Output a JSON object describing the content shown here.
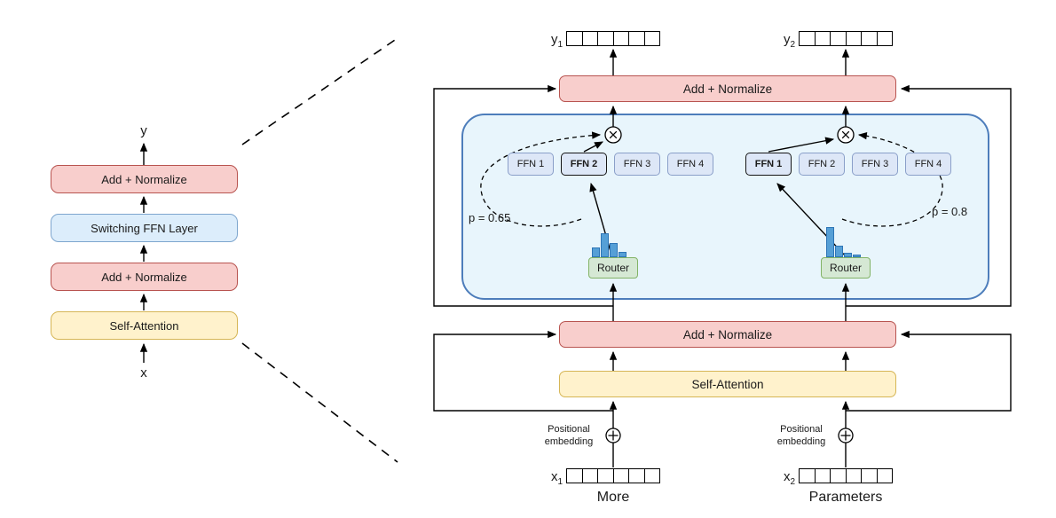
{
  "colors": {
    "add_normalize_fill": "#f8cecc",
    "add_normalize_border": "#b85450",
    "self_attention_fill": "#fff2cc",
    "self_attention_border": "#d6b656",
    "switch_layer_fill": "#dcedfb",
    "switch_layer_border": "#7ea6ce",
    "container_fill": "#e8f5fc",
    "container_border": "#4d7dbb",
    "ffn_fill": "#dde7f7",
    "ffn_border": "#8a9fc9",
    "router_fill": "#d5e8d4",
    "router_border": "#82b366",
    "histogram_bar": "#559fd6"
  },
  "icons": {
    "combine": "⊗ multiply-in-circle",
    "positional_add": "⊕ plus-in-circle"
  },
  "left_diagram": {
    "output_label": "y",
    "input_label": "x",
    "layers": [
      {
        "label": "Add + Normalize"
      },
      {
        "label": "Switching FFN Layer"
      },
      {
        "label": "Add + Normalize"
      },
      {
        "label": "Self-Attention"
      }
    ]
  },
  "right_diagram": {
    "token_cells": 6,
    "outputs": [
      {
        "base": "y",
        "sub": "1"
      },
      {
        "base": "y",
        "sub": "2"
      }
    ],
    "inputs": [
      {
        "base": "x",
        "sub": "1",
        "caption": "More"
      },
      {
        "base": "x",
        "sub": "2",
        "caption": "Parameters"
      }
    ],
    "top_add_normalize": "Add + Normalize",
    "middle_add_normalize": "Add + Normalize",
    "self_attention": "Self-Attention",
    "positional_embedding": "Positional embedding",
    "experts": {
      "left": {
        "ffns": [
          {
            "label": "FFN 1",
            "selected": false
          },
          {
            "label": "FFN 2",
            "selected": true
          },
          {
            "label": "FFN 3",
            "selected": false
          },
          {
            "label": "FFN 4",
            "selected": false
          }
        ],
        "p_label": "p = 0.65",
        "router_label": "Router",
        "bars": [
          0.25,
          0.65,
          0.38,
          0.15
        ]
      },
      "right": {
        "ffns": [
          {
            "label": "FFN 1",
            "selected": true
          },
          {
            "label": "FFN 2",
            "selected": false
          },
          {
            "label": "FFN 3",
            "selected": false
          },
          {
            "label": "FFN 4",
            "selected": false
          }
        ],
        "p_label": "p = 0.8",
        "router_label": "Router",
        "bars": [
          0.8,
          0.3,
          0.12,
          0.06
        ]
      }
    }
  }
}
